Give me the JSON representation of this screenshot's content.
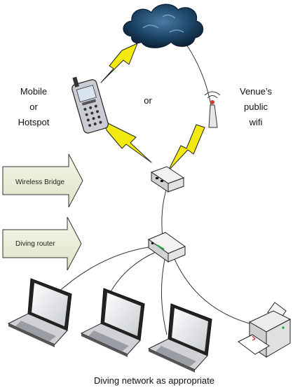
{
  "labels": {
    "mobile_line1": "Mobile",
    "mobile_line2": "or",
    "mobile_line3": "Hotspot",
    "or": "or",
    "venue_line1": "Venue’s",
    "venue_line2": "public",
    "venue_line3": "wifi"
  },
  "arrows": {
    "wireless_bridge": "Wireless Bridge",
    "diving_router": "Diving router"
  },
  "caption": "Diving network as appropriate",
  "colors": {
    "arrow_fill": "#eef0dd",
    "lightning": "#f2ea10",
    "cloud": "#1d4566",
    "device": "#d0d0d0"
  }
}
